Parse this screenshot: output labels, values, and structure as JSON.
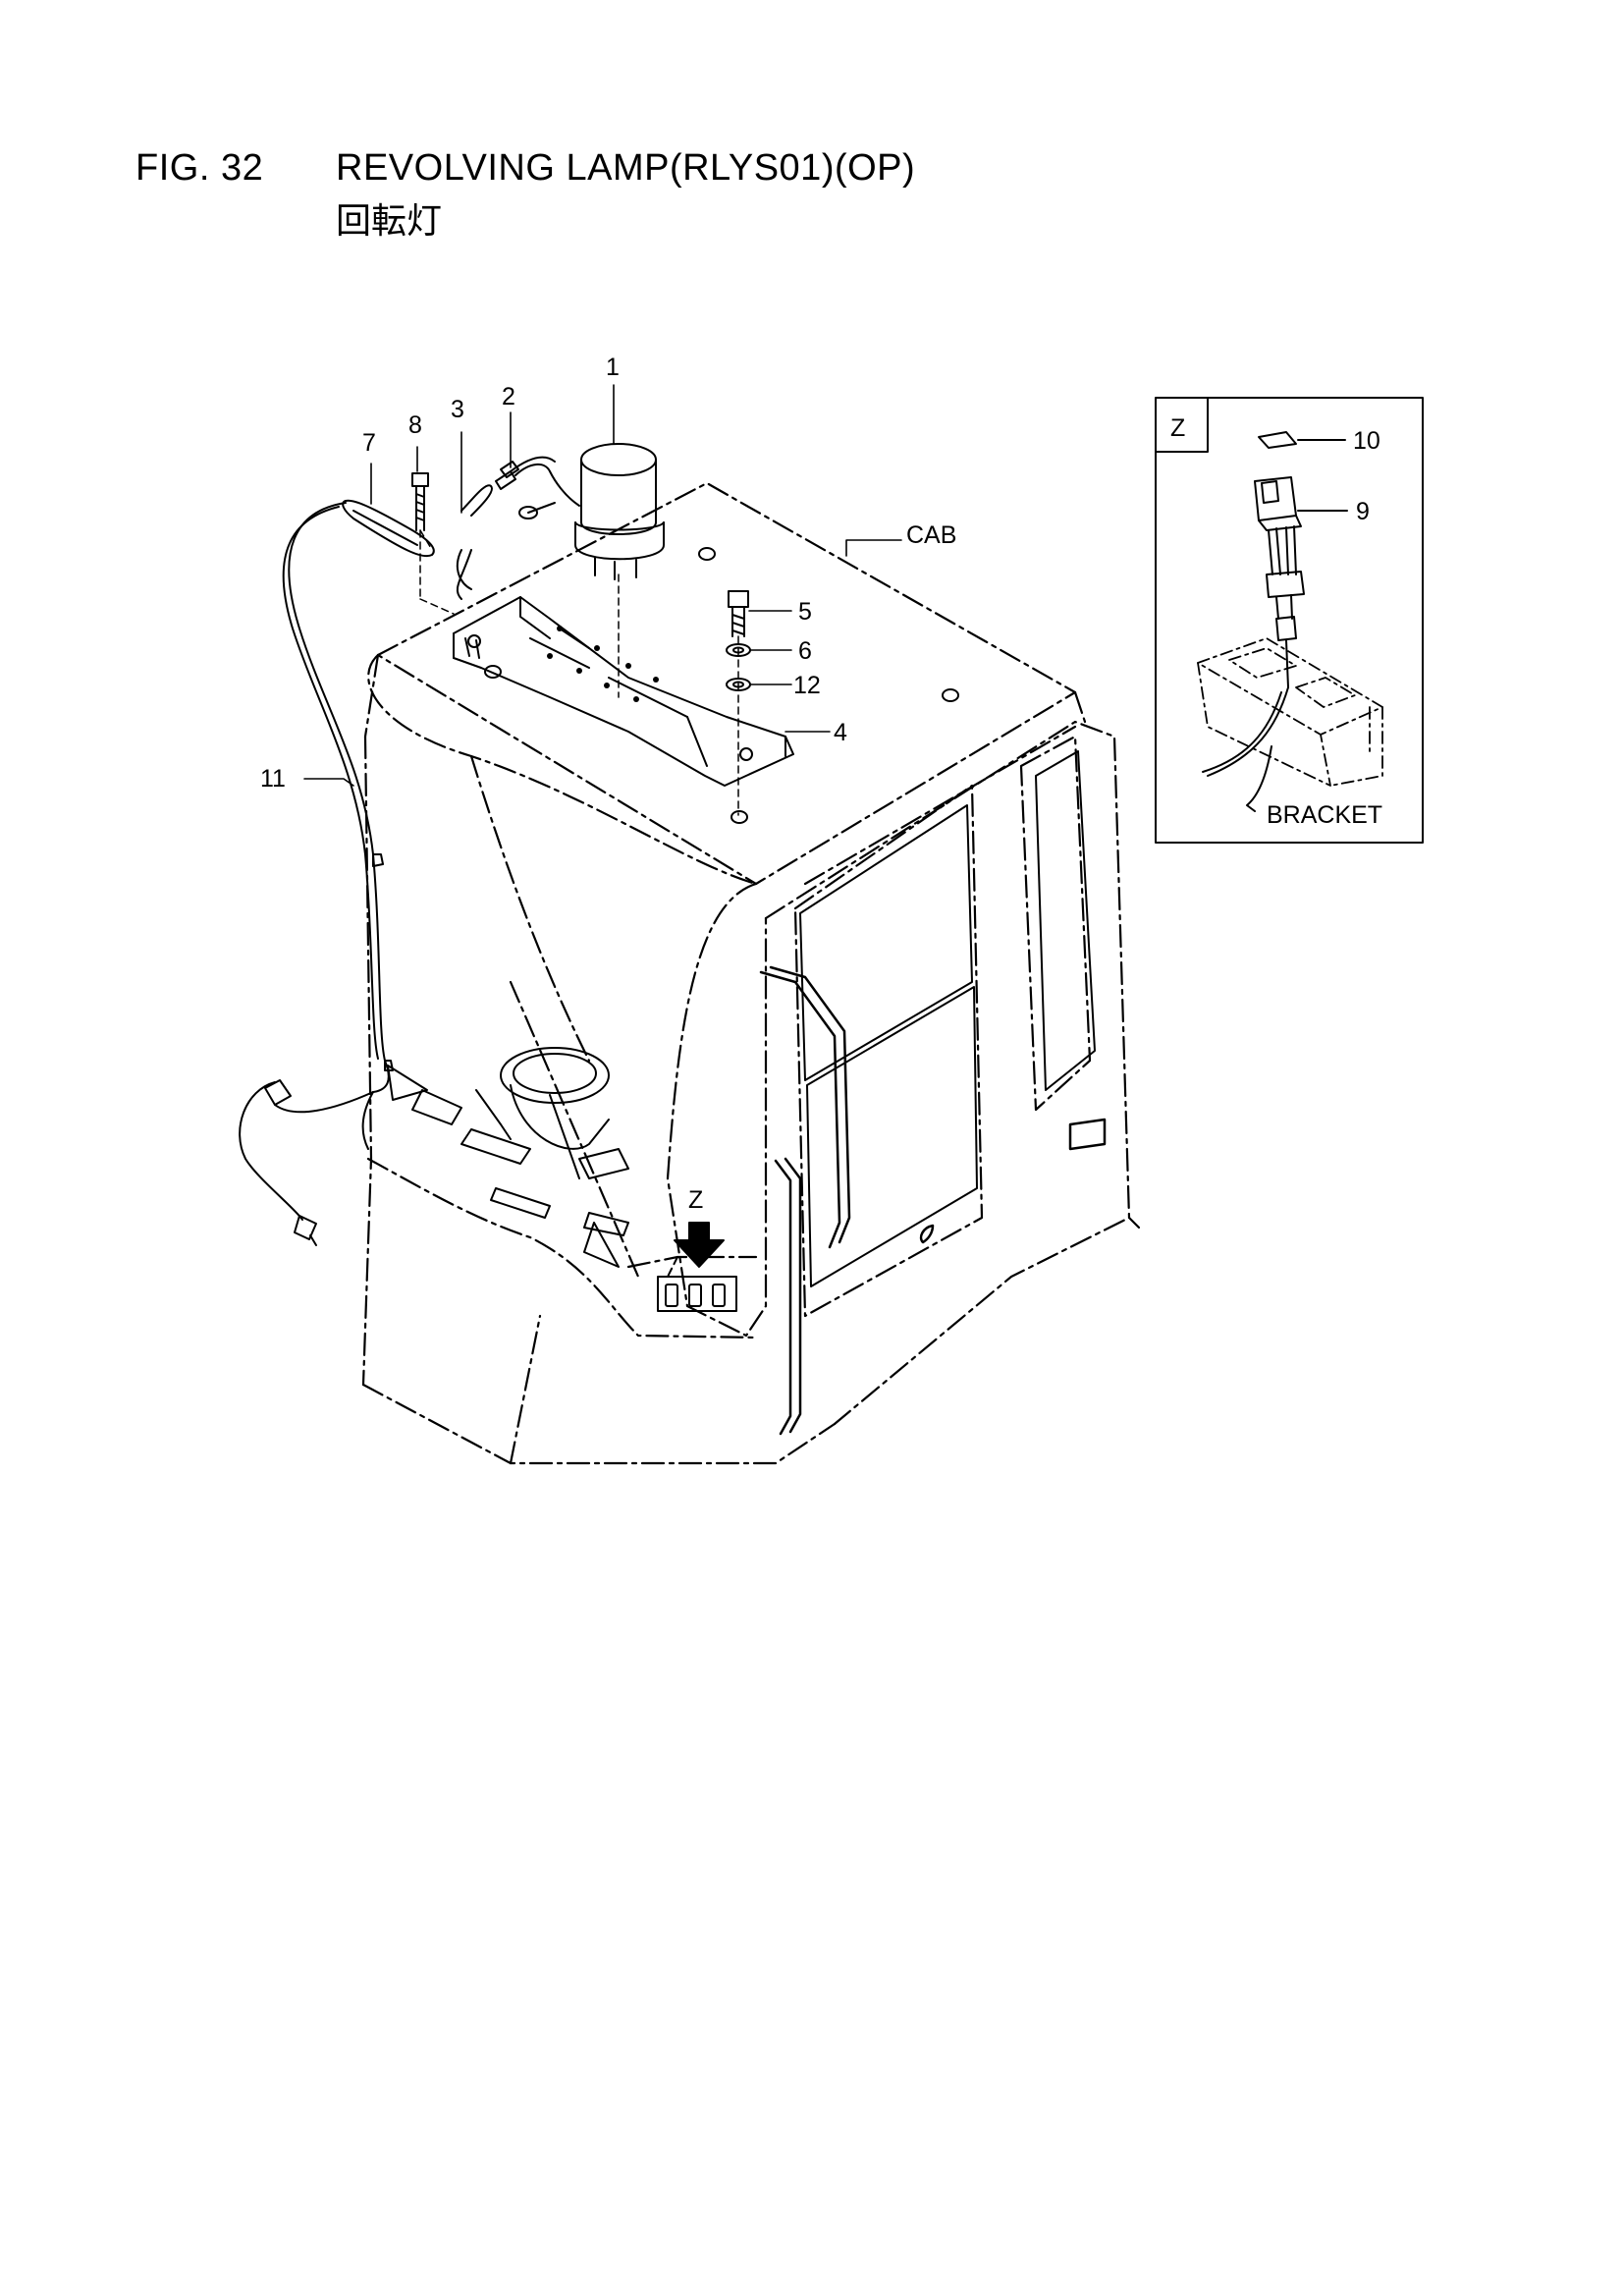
{
  "figure": {
    "number": "FIG. 32",
    "title": "REVOLVING LAMP(RLYS01)(OP)",
    "title_jp": "回転灯"
  },
  "callouts": [
    {
      "id": "1",
      "label": "1"
    },
    {
      "id": "2",
      "label": "2"
    },
    {
      "id": "3",
      "label": "3"
    },
    {
      "id": "4",
      "label": "4"
    },
    {
      "id": "5",
      "label": "5"
    },
    {
      "id": "6",
      "label": "6"
    },
    {
      "id": "7",
      "label": "7"
    },
    {
      "id": "8",
      "label": "8"
    },
    {
      "id": "9",
      "label": "9"
    },
    {
      "id": "10",
      "label": "10"
    },
    {
      "id": "11",
      "label": "11"
    },
    {
      "id": "12",
      "label": "12"
    }
  ],
  "labels": {
    "cab": "CAB",
    "bracket": "BRACKET",
    "detail_view": "Z",
    "view_marker": "Z"
  }
}
